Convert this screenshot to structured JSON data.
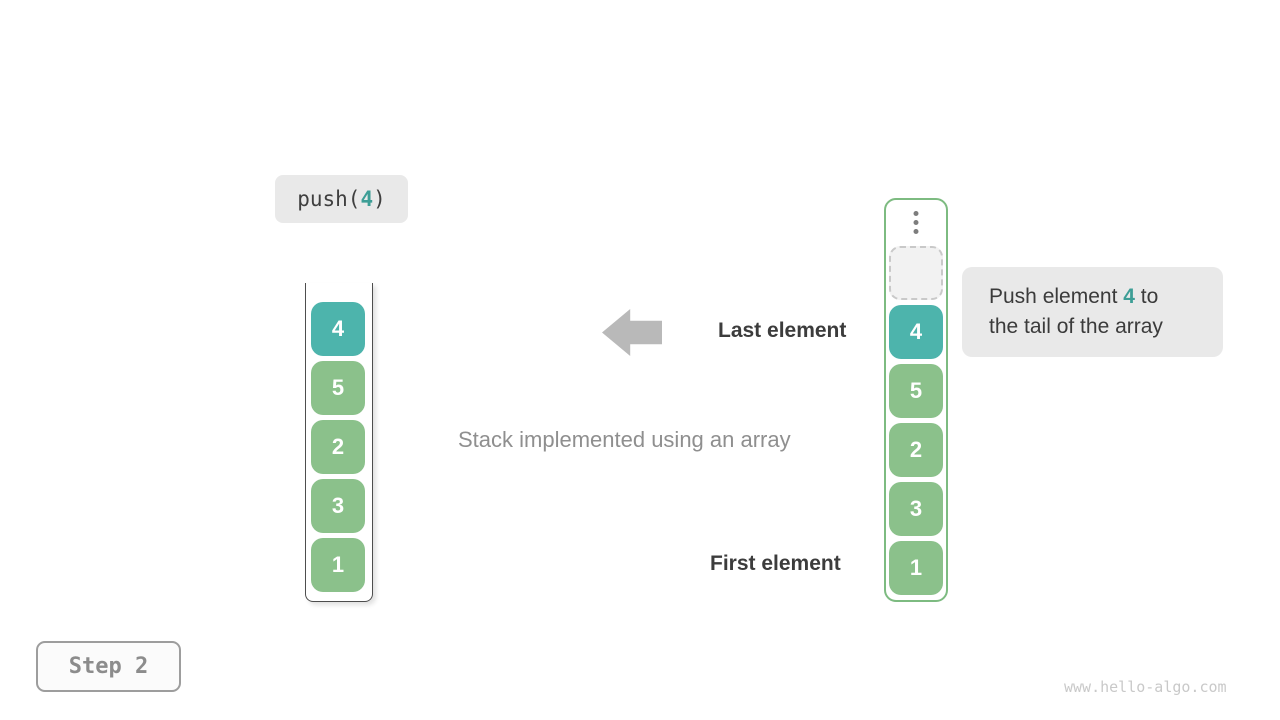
{
  "push_label": {
    "prefix": "push(",
    "arg": "4",
    "suffix": ")"
  },
  "left_stack": {
    "cells": [
      "4",
      "5",
      "2",
      "3",
      "1"
    ]
  },
  "right_stack": {
    "cells": [
      "4",
      "5",
      "2",
      "3",
      "1"
    ]
  },
  "labels": {
    "last_element": "Last element",
    "first_element": "First element",
    "caption": "Stack implemented using an array"
  },
  "callout": {
    "line1_before": "Push element ",
    "line1_highlight": "4",
    "line1_after": " to",
    "line2": "the tail of the array"
  },
  "step_label": "Step 2",
  "watermark": "www.hello-algo.com",
  "colors": {
    "teal_cell": "#4db4ac",
    "green_cell": "#8bc18b",
    "teal_text": "#3d9e96",
    "container_green": "#7dbb81",
    "gray_box": "#e9e9e9",
    "arrow_gray": "#b9b9b9"
  }
}
